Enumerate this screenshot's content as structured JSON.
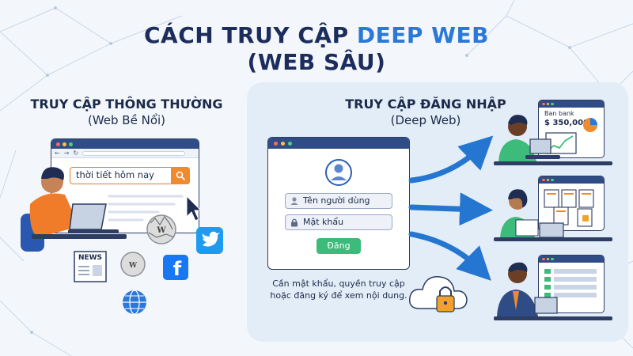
{
  "title": {
    "line1_prefix": "CÁCH TRUY CẬP",
    "line1_accent": "DEEP WEB",
    "line2": "(WEB SÂU)"
  },
  "left_section": {
    "heading": "TRUY CẬP THÔNG THƯỜNG",
    "subheading": "(Web Bề Nổi)",
    "search_query": "thời tiết hôm nay",
    "news_label": "NEWS",
    "icons": [
      "person-at-laptop",
      "search-icon",
      "cursor-icon",
      "wikipedia-globe-icon",
      "twitter-bird-icon",
      "news-icon",
      "facebook-icon",
      "globe-icon"
    ]
  },
  "right_section": {
    "heading": "TRUY CẬP ĐĂNG NHẬP",
    "subheading": "(Deep Web)",
    "username_placeholder": "Tên người dùng",
    "password_placeholder": "Mật khẩu",
    "login_button": "Đăng",
    "note_line1": "Cần mật khẩu, quyền truy cập",
    "note_line2": "hoặc đăng ký để xem nội dung.",
    "bank_label": "Ban bank",
    "bank_value": "$ 350,000"
  },
  "colors": {
    "title": "#1c2d5c",
    "accent": "#2b78d8",
    "arrow": "#2476d0",
    "login_green": "#3dbb7a",
    "search_orange": "#f08a2d",
    "window_bar": "#2f4c86"
  }
}
